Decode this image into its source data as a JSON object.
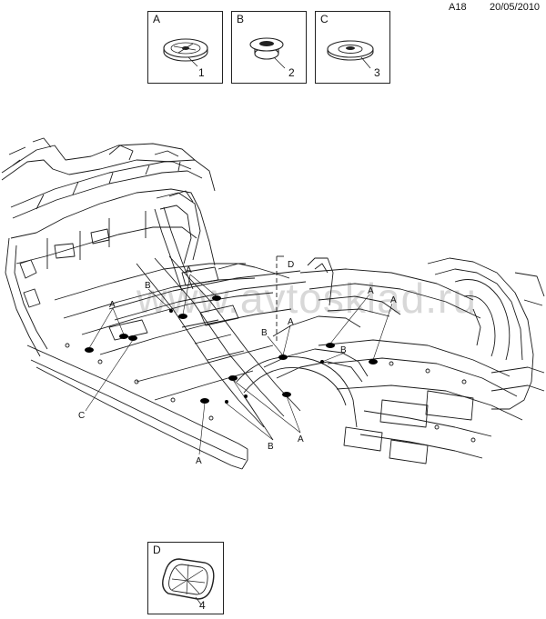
{
  "header": {
    "code": "A18",
    "date": "20/05/2010"
  },
  "watermark": "www.avtosklad.ru",
  "detail_boxes": [
    {
      "letter": "A",
      "number": "1"
    },
    {
      "letter": "B",
      "number": "2"
    },
    {
      "letter": "C",
      "number": "3"
    },
    {
      "letter": "D",
      "number": "4"
    }
  ],
  "callouts": {
    "a": "A",
    "b": "B",
    "c": "C",
    "d": "D"
  },
  "colors": {
    "line": "#1a1a1a",
    "plug": "#000000",
    "watermark": "#d8d8d8"
  }
}
